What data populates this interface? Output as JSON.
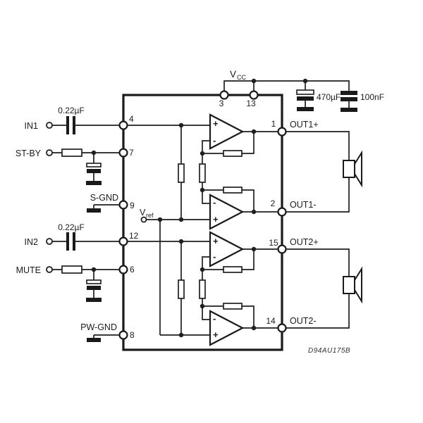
{
  "colors": {
    "line": "#1f1f1f",
    "background": "#ffffff"
  },
  "supply": {
    "net_main": "V",
    "net_sub": "CC",
    "pin_left": "3",
    "pin_right": "13",
    "cap_bulk": "470µF",
    "cap_bypass": "100nF"
  },
  "inputs": {
    "in1": {
      "label": "IN1",
      "cap": "0.22µF",
      "pin": "4"
    },
    "stby": {
      "label": "ST-BY",
      "pin": "7"
    },
    "sgnd": {
      "label": "S-GND",
      "pin": "9"
    },
    "vref": {
      "main": "V",
      "sub": "ref"
    },
    "in2": {
      "label": "IN2",
      "cap": "0.22µF",
      "pin": "12"
    },
    "mute": {
      "label": "MUTE",
      "pin": "6"
    },
    "pwgnd": {
      "label": "PW-GND",
      "pin": "8"
    }
  },
  "outputs": {
    "out1p": {
      "label": "OUT1+",
      "pin": "1"
    },
    "out1n": {
      "label": "OUT1-",
      "pin": "2"
    },
    "out2p": {
      "label": "OUT2+",
      "pin": "15"
    },
    "out2n": {
      "label": "OUT2-",
      "pin": "14"
    }
  },
  "opamp": {
    "plus": "+",
    "minus": "-"
  },
  "figure_code": "D94AU175B"
}
